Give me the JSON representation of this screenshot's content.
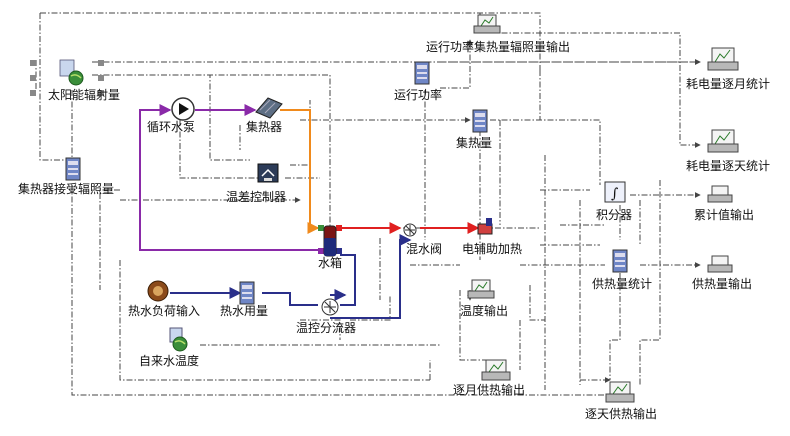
{
  "labels": {
    "solar": "太阳能辐射量",
    "pump": "循环水泵",
    "collector": "集热器",
    "temp_ctrl": "温差控制器",
    "collector_rad": "集热器接受辐照量",
    "tank": "水箱",
    "mix_valve": "混水阀",
    "aux_heater": "电辅助加热",
    "hot_load": "热水负荷输入",
    "hot_usage": "热水用量",
    "diverter": "温控分流器",
    "tap_temp": "自来水温度",
    "temp_out": "温度输出",
    "monthly_heat_out": "逐月供热输出",
    "daily_heat_out": "逐天供热输出",
    "heat_stats": "供热量统计",
    "heat_out": "供热量输出",
    "integrator": "积分器",
    "cumulative_out": "累计值输出",
    "heat_amount": "集热量",
    "run_power": "运行功率",
    "power_heat_rad_out": "运行功率集热量辐照量输出",
    "monthly_power_stats": "耗电量逐月统计",
    "daily_power_stats": "耗电量逐天统计"
  },
  "colors": {
    "loop_collector": "#8a2aa8",
    "loop_hot": "#f08a1c",
    "loop_heater": "#e02020",
    "loop_water": "#2a2f8a",
    "signal": "#444444"
  },
  "icons": {
    "solar": "weather-globe-icon",
    "pump": "pump-icon",
    "collector": "solar-collector-icon",
    "temp_ctrl": "controller-icon",
    "tank": "tank-icon",
    "calc": "calculator-icon",
    "printer": "printer-icon",
    "plotter": "plotter-icon",
    "integrator": "integrator-icon",
    "valve": "valve-icon",
    "heater": "heater-icon",
    "load": "load-icon"
  }
}
